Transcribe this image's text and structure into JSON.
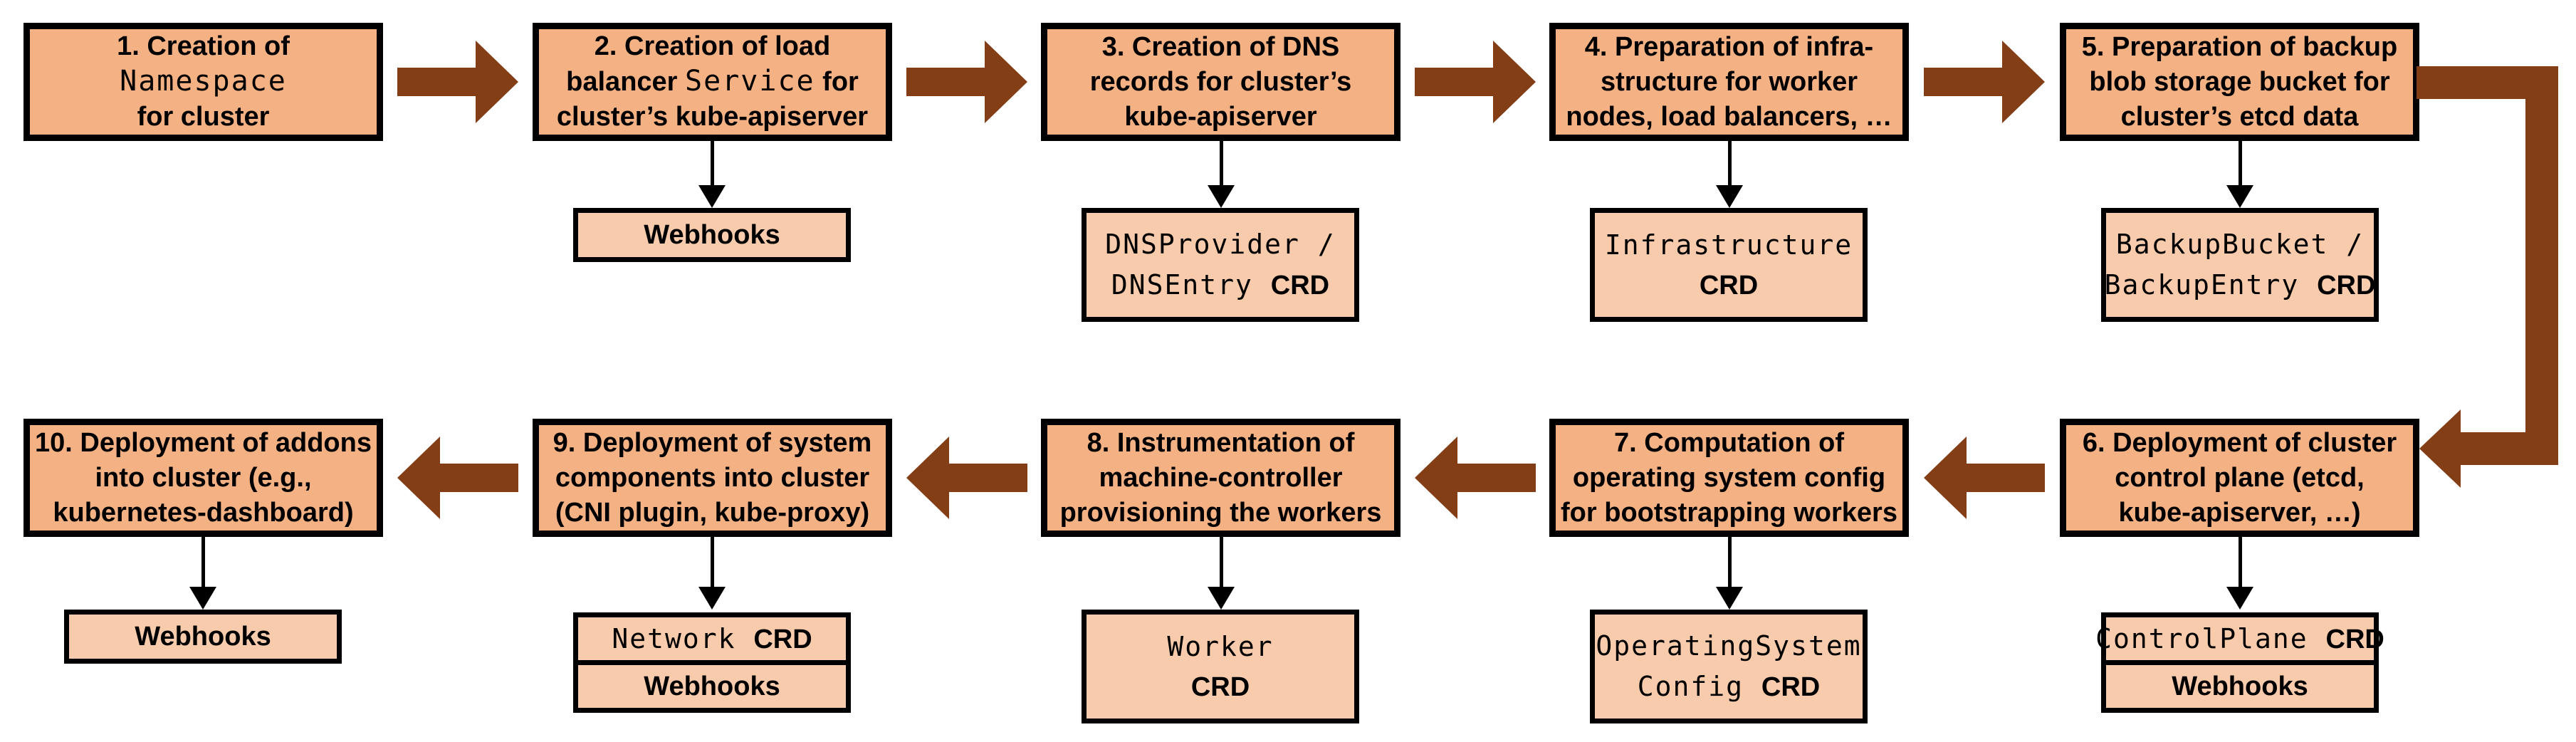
{
  "colors": {
    "main_box_fill": "#F4B183",
    "sub_box_fill": "#F8CBAD",
    "box_border": "#000000",
    "flow_arrow": "#843E16",
    "link_arrow": "#000000",
    "background": "#FFFFFF",
    "text": "#000000"
  },
  "flow": {
    "row1_direction": "right",
    "row2_direction": "left",
    "elbow_connector": "step 5 to step 6, right side, down, arrowhead pointing left into step 6"
  },
  "steps": [
    {
      "num": 1,
      "label": "1. Creation of Namespace for cluster",
      "lines": [
        [
          {
            "t": "1. Creation of",
            "f": "sans"
          }
        ],
        [
          {
            "t": "Namespace",
            "f": "mono"
          }
        ],
        [
          {
            "t": "for cluster",
            "f": "sans"
          }
        ]
      ],
      "subs": []
    },
    {
      "num": 2,
      "label": "2. Creation of load balancer Service for cluster’s kube-apiserver",
      "lines": [
        [
          {
            "t": "2. Creation of load",
            "f": "sans"
          }
        ],
        [
          {
            "t": "balancer ",
            "f": "sans"
          },
          {
            "t": "Service",
            "f": "mono"
          },
          {
            "t": " for",
            "f": "sans"
          }
        ],
        [
          {
            "t": "cluster’s kube-apiserver",
            "f": "sans"
          }
        ]
      ],
      "subs": [
        {
          "kind": "webhooks",
          "text": "Webhooks",
          "lines": [
            [
              {
                "t": "Webhooks",
                "f": "sans"
              }
            ]
          ]
        }
      ]
    },
    {
      "num": 3,
      "label": "3. Creation of DNS records for cluster’s kube-apiserver",
      "lines": [
        [
          {
            "t": "3. Creation of DNS",
            "f": "sans"
          }
        ],
        [
          {
            "t": "records for cluster’s",
            "f": "sans"
          }
        ],
        [
          {
            "t": "kube-apiserver",
            "f": "sans"
          }
        ]
      ],
      "subs": [
        {
          "kind": "crd",
          "text": "DNSProvider / DNSEntry CRD",
          "lines": [
            [
              {
                "t": "DNSProvider /",
                "f": "mono"
              }
            ],
            [
              {
                "t": "DNSEntry ",
                "f": "mono"
              },
              {
                "t": "CRD",
                "f": "sans"
              }
            ]
          ]
        }
      ]
    },
    {
      "num": 4,
      "label": "4. Preparation of infra-structure for worker nodes, load balancers, …",
      "lines": [
        [
          {
            "t": "4. Preparation of infra-",
            "f": "sans"
          }
        ],
        [
          {
            "t": "structure for worker",
            "f": "sans"
          }
        ],
        [
          {
            "t": "nodes, load balancers, …",
            "f": "sans"
          }
        ]
      ],
      "subs": [
        {
          "kind": "crd",
          "text": "Infrastructure CRD",
          "lines": [
            [
              {
                "t": "Infrastructure",
                "f": "mono"
              }
            ],
            [
              {
                "t": "CRD",
                "f": "sans"
              }
            ]
          ]
        }
      ]
    },
    {
      "num": 5,
      "label": "5. Preparation of backup blob storage bucket for cluster’s etcd data",
      "lines": [
        [
          {
            "t": "5. Preparation of backup",
            "f": "sans"
          }
        ],
        [
          {
            "t": "blob storage bucket for",
            "f": "sans"
          }
        ],
        [
          {
            "t": "cluster’s etcd data",
            "f": "sans"
          }
        ]
      ],
      "subs": [
        {
          "kind": "crd",
          "text": "BackupBucket / BackupEntry CRD",
          "lines": [
            [
              {
                "t": "BackupBucket /",
                "f": "mono"
              }
            ],
            [
              {
                "t": "BackupEntry ",
                "f": "mono"
              },
              {
                "t": "CRD",
                "f": "sans"
              }
            ]
          ]
        }
      ]
    },
    {
      "num": 6,
      "label": "6. Deployment of cluster control plane (etcd, kube-apiserver, …)",
      "lines": [
        [
          {
            "t": "6. Deployment of cluster",
            "f": "sans"
          }
        ],
        [
          {
            "t": "control plane (etcd,",
            "f": "sans"
          }
        ],
        [
          {
            "t": "kube-apiserver, …)",
            "f": "sans"
          }
        ]
      ],
      "subs": [
        {
          "kind": "crd",
          "text": "ControlPlane CRD",
          "lines": [
            [
              {
                "t": "ControlPlane ",
                "f": "mono"
              },
              {
                "t": "CRD",
                "f": "sans"
              }
            ]
          ]
        },
        {
          "kind": "webhooks",
          "text": "Webhooks",
          "lines": [
            [
              {
                "t": "Webhooks",
                "f": "sans"
              }
            ]
          ]
        }
      ]
    },
    {
      "num": 7,
      "label": "7. Computation of operating system config for bootstrapping workers",
      "lines": [
        [
          {
            "t": "7. Computation of",
            "f": "sans"
          }
        ],
        [
          {
            "t": "operating system config",
            "f": "sans"
          }
        ],
        [
          {
            "t": "for bootstrapping workers",
            "f": "sans"
          }
        ]
      ],
      "subs": [
        {
          "kind": "crd",
          "text": "OperatingSystemConfig CRD",
          "lines": [
            [
              {
                "t": "OperatingSystem",
                "f": "mono"
              }
            ],
            [
              {
                "t": "Config ",
                "f": "mono"
              },
              {
                "t": "CRD",
                "f": "sans"
              }
            ]
          ]
        }
      ]
    },
    {
      "num": 8,
      "label": "8. Instrumentation of machine-controller provisioning the workers",
      "lines": [
        [
          {
            "t": "8. Instrumentation of",
            "f": "sans"
          }
        ],
        [
          {
            "t": "machine-controller",
            "f": "sans"
          }
        ],
        [
          {
            "t": "provisioning the workers",
            "f": "sans"
          }
        ]
      ],
      "subs": [
        {
          "kind": "crd",
          "text": "Worker CRD",
          "lines": [
            [
              {
                "t": "Worker",
                "f": "mono"
              }
            ],
            [
              {
                "t": "CRD",
                "f": "sans"
              }
            ]
          ]
        }
      ]
    },
    {
      "num": 9,
      "label": "9. Deployment of system components into cluster (CNI plugin, kube-proxy)",
      "lines": [
        [
          {
            "t": "9. Deployment of system",
            "f": "sans"
          }
        ],
        [
          {
            "t": "components into cluster",
            "f": "sans"
          }
        ],
        [
          {
            "t": "(CNI plugin, kube-proxy)",
            "f": "sans"
          }
        ]
      ],
      "subs": [
        {
          "kind": "crd",
          "text": "Network CRD",
          "lines": [
            [
              {
                "t": "Network ",
                "f": "mono"
              },
              {
                "t": "CRD",
                "f": "sans"
              }
            ]
          ]
        },
        {
          "kind": "webhooks",
          "text": "Webhooks",
          "lines": [
            [
              {
                "t": "Webhooks",
                "f": "sans"
              }
            ]
          ]
        }
      ]
    },
    {
      "num": 10,
      "label": "10. Deployment of addons into cluster (e.g., kubernetes-dashboard)",
      "lines": [
        [
          {
            "t": "10. Deployment of addons",
            "f": "sans"
          }
        ],
        [
          {
            "t": "into cluster (e.g.,",
            "f": "sans"
          }
        ],
        [
          {
            "t": "kubernetes-dashboard)",
            "f": "sans"
          }
        ]
      ],
      "subs": [
        {
          "kind": "webhooks",
          "text": "Webhooks",
          "lines": [
            [
              {
                "t": "Webhooks",
                "f": "sans"
              }
            ]
          ]
        }
      ]
    }
  ]
}
